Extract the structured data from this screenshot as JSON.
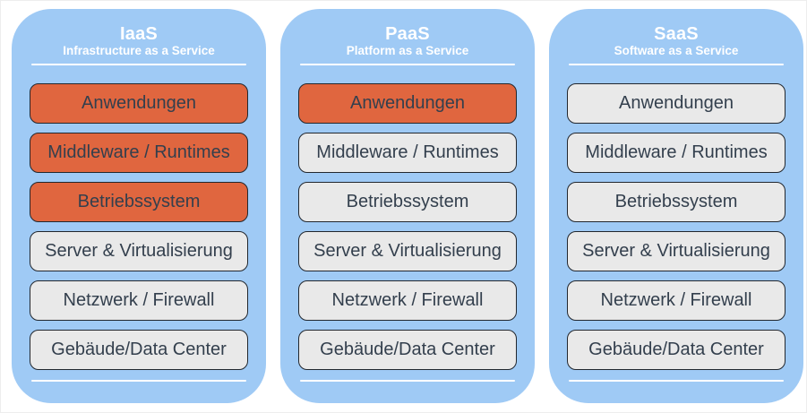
{
  "diagram": {
    "colors": {
      "column_bg": "#9FCAF5",
      "highlight_box": "#E0663F",
      "default_box": "#E9E9E9",
      "box_border": "#22272E",
      "box_text": "#333F4D",
      "header_text": "#FFFFFF"
    },
    "columns": [
      {
        "title": "IaaS",
        "subtitle": "Infrastructure as a Service",
        "layers": [
          {
            "label": "Anwendungen",
            "highlight": true
          },
          {
            "label": "Middleware / Runtimes",
            "highlight": true
          },
          {
            "label": "Betriebssystem",
            "highlight": true
          },
          {
            "label": "Server & Virtualisierung",
            "highlight": false
          },
          {
            "label": "Netzwerk / Firewall",
            "highlight": false
          },
          {
            "label": "Gebäude/Data Center",
            "highlight": false
          }
        ]
      },
      {
        "title": "PaaS",
        "subtitle": "Platform as a Service",
        "layers": [
          {
            "label": "Anwendungen",
            "highlight": true
          },
          {
            "label": "Middleware / Runtimes",
            "highlight": false
          },
          {
            "label": "Betriebssystem",
            "highlight": false
          },
          {
            "label": "Server & Virtualisierung",
            "highlight": false
          },
          {
            "label": "Netzwerk / Firewall",
            "highlight": false
          },
          {
            "label": "Gebäude/Data Center",
            "highlight": false
          }
        ]
      },
      {
        "title": "SaaS",
        "subtitle": "Software as a Service",
        "layers": [
          {
            "label": "Anwendungen",
            "highlight": false
          },
          {
            "label": "Middleware / Runtimes",
            "highlight": false
          },
          {
            "label": "Betriebssystem",
            "highlight": false
          },
          {
            "label": "Server & Virtualisierung",
            "highlight": false
          },
          {
            "label": "Netzwerk / Firewall",
            "highlight": false
          },
          {
            "label": "Gebäude/Data Center",
            "highlight": false
          }
        ]
      }
    ]
  }
}
